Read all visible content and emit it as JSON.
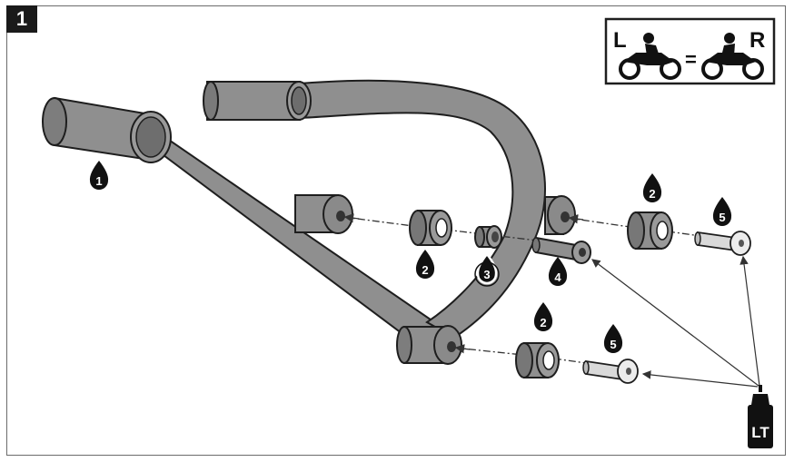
{
  "step_number": "1",
  "side_badge": {
    "left": "L",
    "equals": "=",
    "right": "R"
  },
  "callouts": {
    "frame": "1",
    "spacer_a": "2",
    "spacer_b": "2",
    "spacer_c": "2",
    "bushing": "3",
    "bolt_long": "4",
    "screw_a": "5",
    "screw_b": "5"
  },
  "threadlock_label": "LT",
  "colors": {
    "part_fill": "#8f8f8f",
    "part_dark": "#5a5a5a",
    "outline": "#1e1e1e",
    "callout": "#111111",
    "frame_border": "#6b6b6b"
  }
}
